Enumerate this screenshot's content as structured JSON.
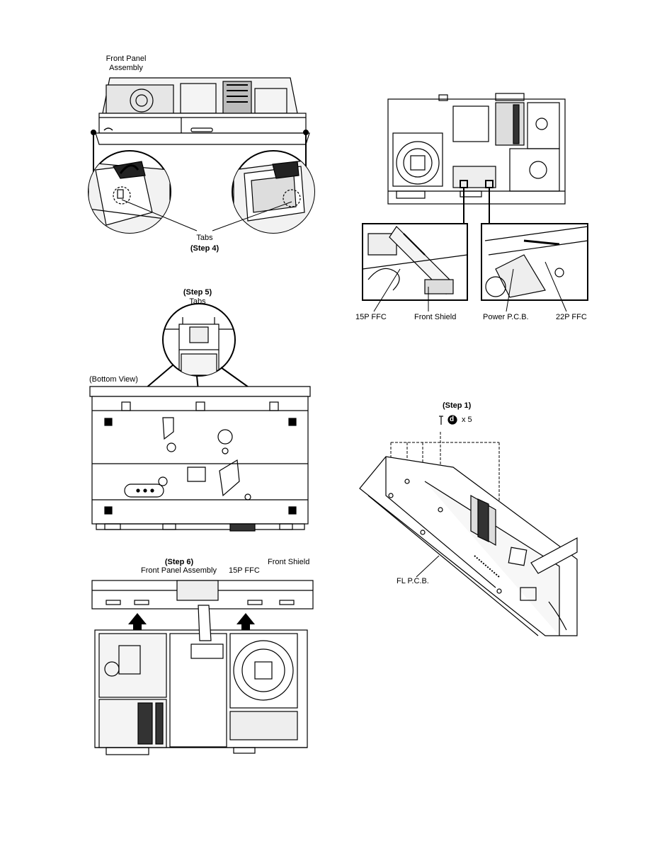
{
  "fig1": {
    "label_front_panel_line1": "Front Panel",
    "label_front_panel_line2": "Assembly",
    "label_tabs": "Tabs",
    "label_step": "(Step 4)"
  },
  "fig2": {
    "label_step": "(Step 5)",
    "label_tabs": "Tabs",
    "label_view": "(Bottom View)"
  },
  "fig3": {
    "label_step": "(Step 6)",
    "label_front_panel": "Front Panel Assembly",
    "label_15p": "15P FFC",
    "label_front_shield": "Front Shield"
  },
  "fig4": {
    "label_15p": "15P FFC",
    "label_front_shield": "Front Shield",
    "label_power_pcb": "Power P.C.B.",
    "label_22p": "22P FFC"
  },
  "fig5": {
    "label_step": "(Step 1)",
    "screw_letter": "d",
    "screw_count": "x 5",
    "label_fl_pcb": "FL P.C.B."
  }
}
